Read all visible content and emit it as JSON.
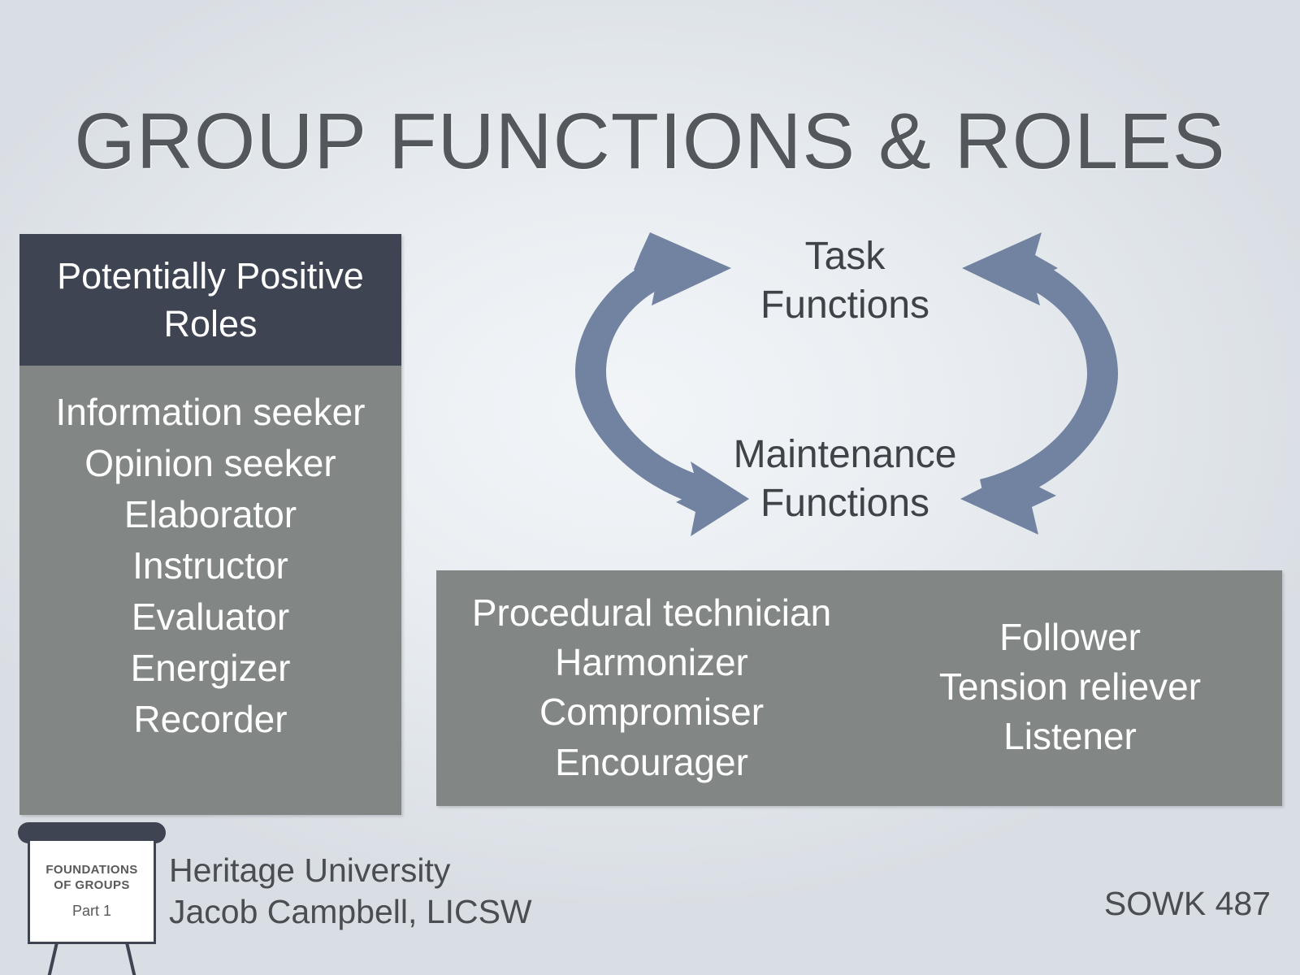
{
  "slide": {
    "title": "GROUP FUNCTIONS & ROLES"
  },
  "left_panel": {
    "header": "Potentially Positive Roles",
    "roles": [
      "Information seeker",
      "Opinion seeker",
      "Elaborator",
      "Instructor",
      "Evaluator",
      "Energizer",
      "Recorder"
    ]
  },
  "cycle_diagram": {
    "top_label": "Task\nFunctions",
    "top_label_line1": "Task",
    "top_label_line2": "Functions",
    "bottom_label_line1": "Maintenance",
    "bottom_label_line2": "Functions",
    "arrow_color": "#7183a1"
  },
  "bottom_panel": {
    "left_roles": [
      "Procedural technician",
      "Harmonizer",
      "Compromiser",
      "Encourager"
    ],
    "right_roles": [
      "Follower",
      "Tension reliever",
      "Listener"
    ]
  },
  "footer": {
    "logo": {
      "line1": "FOUNDATIONS",
      "line2": "OF GROUPS",
      "part": "Part 1"
    },
    "institution": "Heritage University",
    "presenter": "Jacob Campbell, LICSW",
    "course": "SOWK 487"
  },
  "colors": {
    "header_box": "#3e4452",
    "body_box": "#828786",
    "title_text": "#54585c",
    "arrow": "#7183a1",
    "background_light": "#eef1f5",
    "background_edge": "#dde2e7"
  }
}
